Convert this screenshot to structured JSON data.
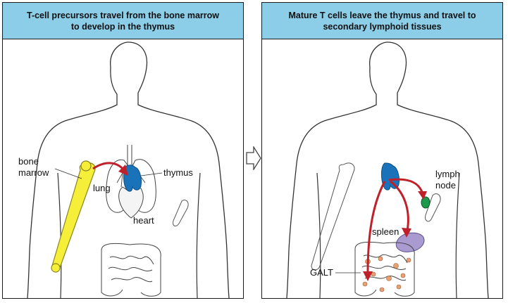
{
  "panels": [
    {
      "header_line1": "T-cell precursors travel from the bone marrow",
      "header_line2": "to develop in the thymus",
      "labels": {
        "bone_marrow_1": "bone",
        "bone_marrow_2": "marrow",
        "lung": "lung",
        "thymus": "thymus",
        "heart": "heart"
      }
    },
    {
      "header_line1": "Mature T cells leave the thymus and travel to",
      "header_line2": "secondary lymphoid tissues",
      "labels": {
        "lymph_node_1": "lymph",
        "lymph_node_2": "node",
        "spleen": "spleen",
        "galt": "GALT"
      }
    }
  ],
  "colors": {
    "header_bg": "#8ccde8",
    "bone": "#f5ef3a",
    "thymus": "#1a72b8",
    "arrow": "#c0202a",
    "spleen": "#a99bd0",
    "lymph_node": "#1a9a4a",
    "galt": "#e8a070",
    "outline": "#333333"
  },
  "icons": {
    "between_panels": "hollow-right-arrow-icon"
  }
}
